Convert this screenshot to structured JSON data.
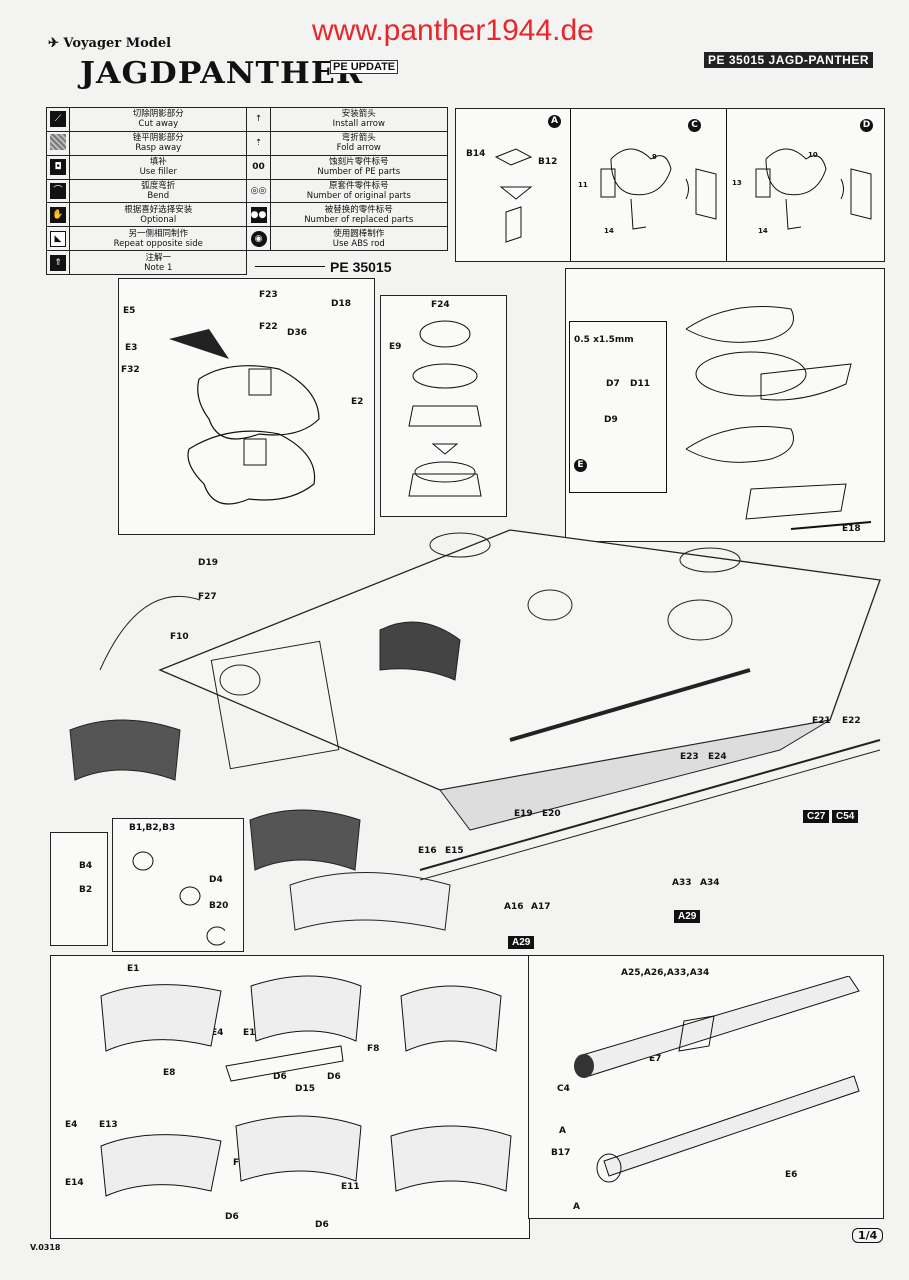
{
  "header": {
    "url": "www.panther1944.de",
    "brand": "Voyager Model",
    "title": "JAGDPANTHER",
    "subtitle": "PE UPDATE",
    "product_code": "PE 35015 JAGD-PANTHER"
  },
  "legend": [
    {
      "icon": "cut-away-icon",
      "cn": "切除阴影部分",
      "en": "Cut away"
    },
    {
      "icon": "rasp-away-icon",
      "cn": "锉平阴影部分",
      "en": "Rasp away"
    },
    {
      "icon": "use-filler-icon",
      "cn": "填补",
      "en": "Use filler"
    },
    {
      "icon": "bend-icon",
      "cn": "弧度弯折",
      "en": "Bend"
    },
    {
      "icon": "optional-icon",
      "cn": "根据喜好选择安装",
      "en": "Optional"
    },
    {
      "icon": "repeat-opposite-icon",
      "cn": "另一侧相同制作",
      "en": "Repeat opposite side"
    },
    {
      "icon": "note-icon",
      "cn": "注解一",
      "en": "Note 1"
    },
    {
      "icon": "install-arrow-icon",
      "cn": "安装箭头",
      "en": "Install arrow"
    },
    {
      "icon": "fold-arrow-icon",
      "cn": "弯折箭头",
      "en": "Fold arrow"
    },
    {
      "icon": "pe-parts-icon",
      "cn": "蚀刻片零件标号",
      "en": "Number of PE parts"
    },
    {
      "icon": "original-parts-icon",
      "cn": "原套件零件标号",
      "en": "Number of original parts"
    },
    {
      "icon": "replaced-parts-icon",
      "cn": "被替换的零件标号",
      "en": "Number of replaced parts"
    },
    {
      "icon": "abs-rod-icon",
      "cn": "使用圆棒制作",
      "en": "Use ABS rod"
    }
  ],
  "pe_code": "PE 35015",
  "steps": {
    "A": {
      "label": "A",
      "parts": [
        "B14",
        "B12"
      ]
    },
    "C": {
      "label": "C",
      "parts": [
        "9",
        "11",
        "14"
      ]
    },
    "D": {
      "label": "D",
      "parts": [
        "10",
        "13",
        "14"
      ]
    },
    "mantlet": {
      "parts": [
        "E5",
        "E3",
        "F32",
        "F23",
        "F22",
        "D36",
        "D18",
        "E2"
      ]
    },
    "hatch": {
      "parts": [
        "F24",
        "E9"
      ]
    },
    "periscope": {
      "parts": [
        "D7",
        "D11",
        "D9",
        "E",
        "E18"
      ],
      "rod": "0.5 x1.5mm"
    },
    "hull": {
      "parts": [
        "D19",
        "F27",
        "F10"
      ]
    },
    "fenders": {
      "parts": [
        "E21",
        "E22",
        "E23",
        "E24",
        "E19",
        "E20",
        "E16",
        "E15",
        "A16",
        "A17",
        "A33",
        "A34"
      ],
      "badges": [
        "C27",
        "C54",
        "A29",
        "A29"
      ]
    },
    "lights": {
      "title": "B1,B2,B3",
      "parts": [
        "B4",
        "B2",
        "D4",
        "B20"
      ]
    },
    "sideskirt1": {
      "parts": [
        "E1",
        "E4",
        "E8",
        "E10",
        "F8",
        "D6",
        "D15",
        "D6"
      ]
    },
    "sideskirt2": {
      "parts": [
        "E4",
        "E13",
        "E14",
        "F17",
        "E11",
        "D6",
        "D6"
      ]
    },
    "barrel": {
      "title": "A25,A26,A33,A34",
      "parts": [
        "E7",
        "C4",
        "A",
        "B17",
        "A",
        "E6"
      ]
    }
  },
  "footer": {
    "version": "V.0318",
    "page": "1/4"
  }
}
